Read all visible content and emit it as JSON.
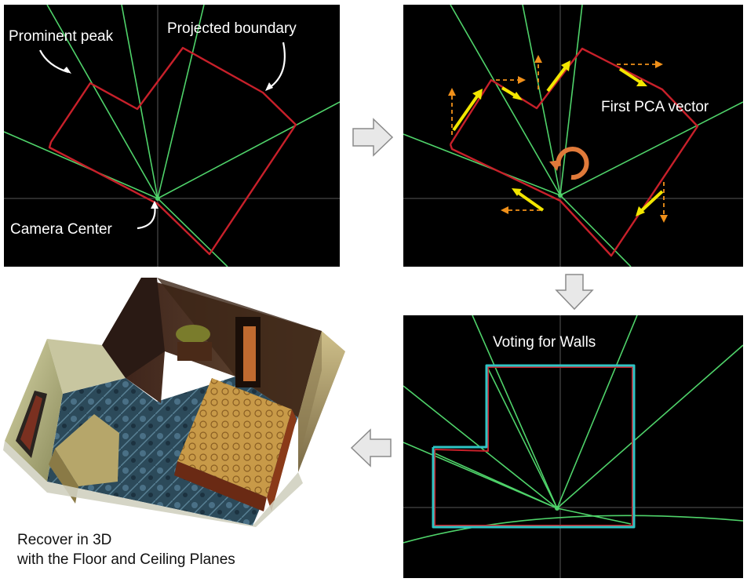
{
  "panel1": {
    "label_peak": "Prominent peak",
    "label_boundary": "Projected boundary",
    "label_camera": "Camera Center"
  },
  "panel2": {
    "label_pca": "First PCA vector"
  },
  "panel3": {
    "label_voting": "Voting for Walls"
  },
  "panel4": {
    "line1": "Recover in 3D",
    "line2": "with the Floor and Ceiling Planes"
  },
  "colors": {
    "background": "#000000",
    "ray": "#4fd36a",
    "boundary": "#c8202a",
    "pca_arrow": "#f2e600",
    "pca_dashed": "#f0901a",
    "rotation": "#e07a3a",
    "wall_fit": "#2fc4c4",
    "flow_arrow": "#e6e6e6"
  },
  "icons": {
    "flow": "block-arrow-icon",
    "rotate": "curved-arrow-icon"
  }
}
